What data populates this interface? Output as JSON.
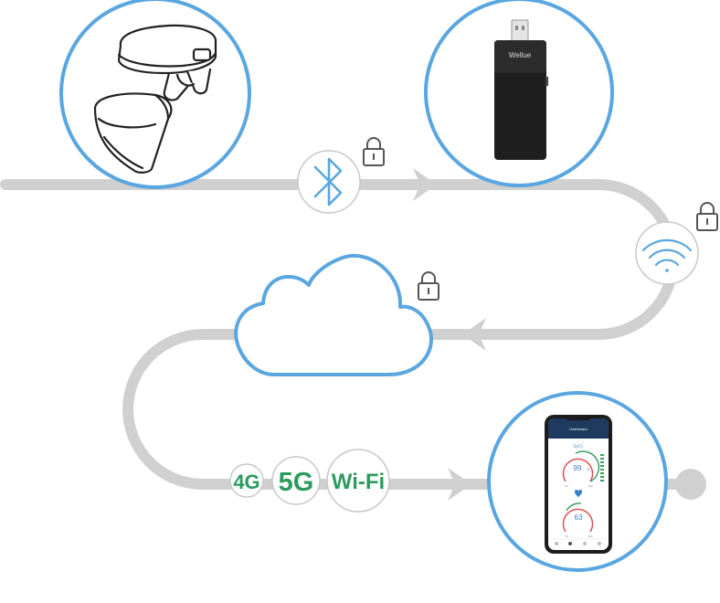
{
  "device_brand": "Wellue",
  "networks": {
    "badge_4g": "4G",
    "badge_5g": "5G",
    "badge_wifi": "Wi-Fi"
  },
  "phone_app": {
    "header_title": "Dashboard",
    "spo2_label": "SpO₂",
    "spo2_value": "99",
    "spo2_unit": "%",
    "pr_value": "63",
    "gauge_min_spo2": "90",
    "gauge_max_spo2": "100",
    "gauge_min_pr": "30",
    "gauge_max_pr": "250"
  },
  "colors": {
    "accent_blue": "#5aa6e0",
    "path_gray": "#d0d0d0",
    "network_green": "#2e9b5e",
    "lock_gray": "#555555"
  },
  "icons": [
    "ring-oximeter-icon",
    "usb-dongle-icon",
    "bluetooth-icon",
    "lock-icon",
    "wifi-icon",
    "cloud-icon",
    "smartphone-icon"
  ]
}
